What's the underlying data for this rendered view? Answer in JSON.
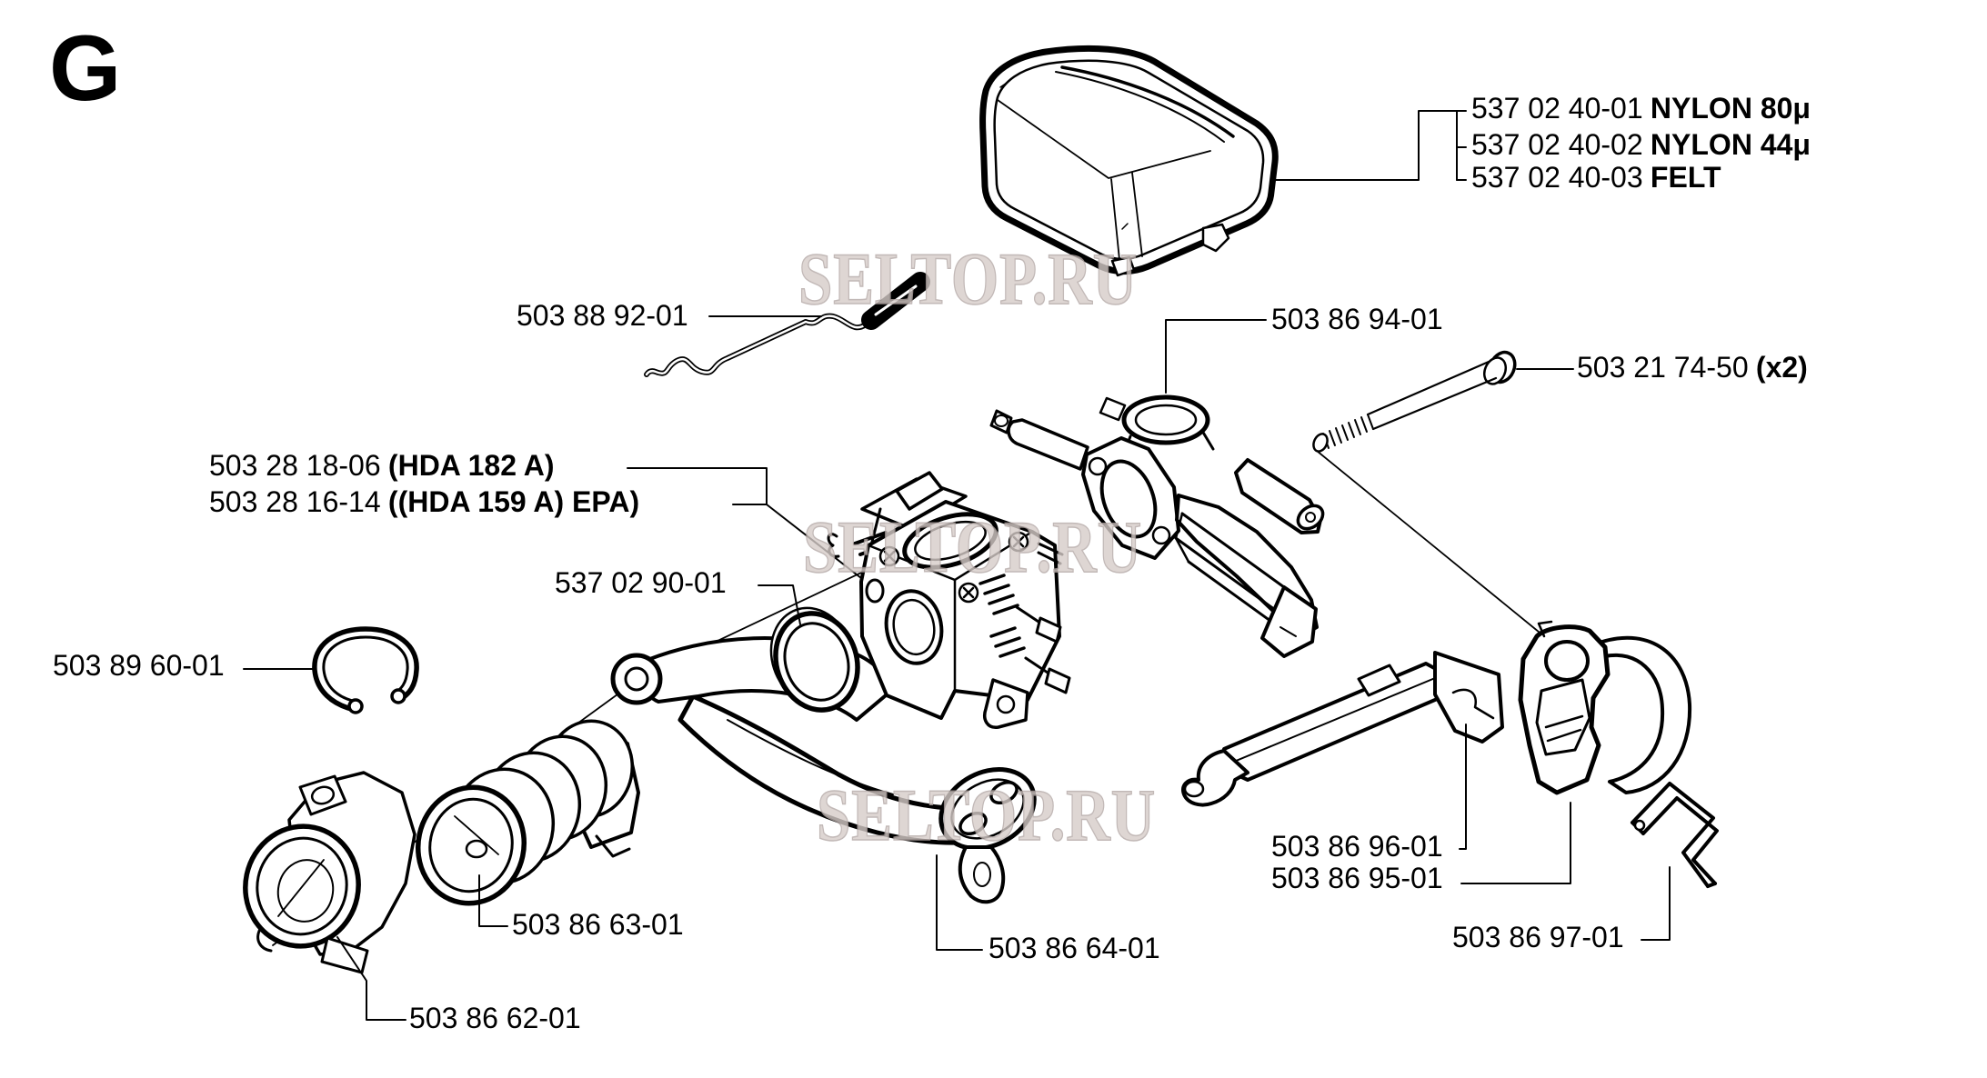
{
  "page": {
    "section_letter": "G"
  },
  "watermark": {
    "text": "SELTOP.RU"
  },
  "labels": {
    "nylon80": {
      "number": "537 02 40-01",
      "desc": "NYLON 80μ"
    },
    "nylon44": {
      "number": "537 02 40-02",
      "desc": "NYLON 44μ"
    },
    "felt": {
      "number": "537 02 40-03",
      "desc": "FELT"
    },
    "choke_rod": {
      "number": "503 88 92-01"
    },
    "manifold_bracket": {
      "number": "503 86 94-01"
    },
    "bolt": {
      "number": "503 21 74-50",
      "desc": "(x2)"
    },
    "carb_hda182": {
      "number": "503 28 18-06",
      "desc": "(HDA 182 A)"
    },
    "carb_hda159": {
      "number": "503 28 16-14",
      "desc": "((HDA 159 A) EPA)"
    },
    "seal": {
      "number": "537 02 90-01"
    },
    "circlip": {
      "number": "503 89 60-01"
    },
    "link_rail": {
      "number": "503 86 96-01"
    },
    "choke_lever": {
      "number": "503 86 95-01"
    },
    "spring_clip": {
      "number": "503 86 97-01"
    },
    "bellows": {
      "number": "503 86 63-01"
    },
    "flange": {
      "number": "503 86 62-01"
    },
    "duct": {
      "number": "503 86 64-01"
    }
  }
}
